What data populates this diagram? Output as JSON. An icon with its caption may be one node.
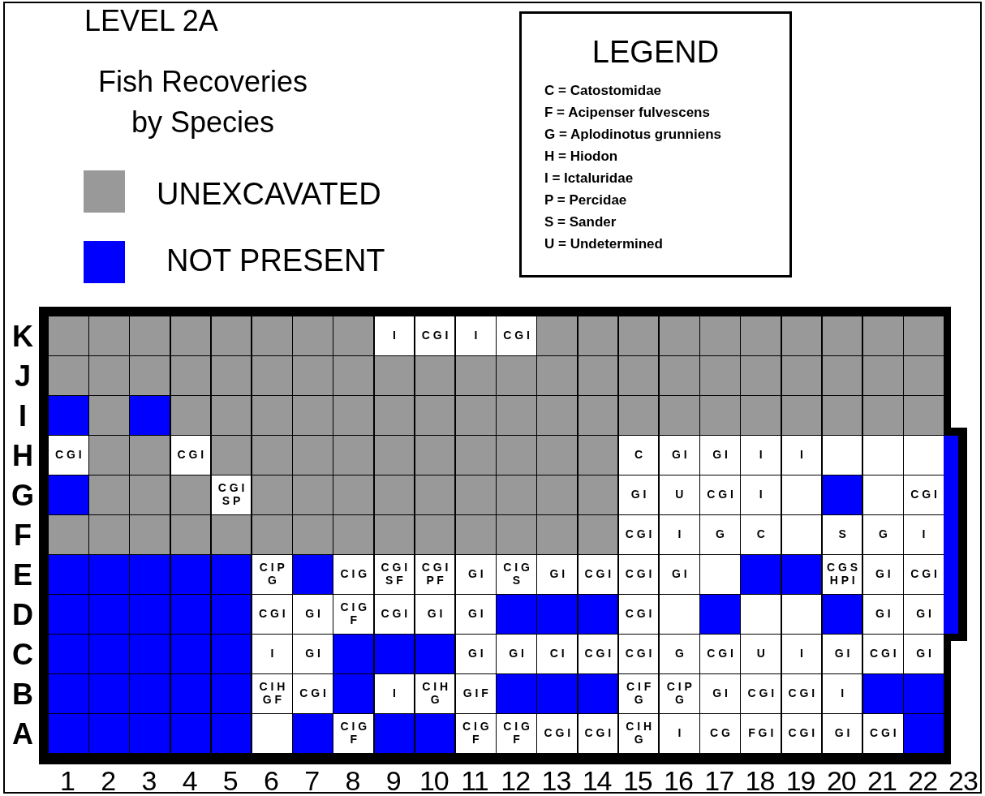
{
  "diagram": {
    "title": "LEVEL 2A",
    "labels": [
      "Fish Recoveries by Species",
      "LEGEND",
      "K",
      "I",
      "C G I",
      "I",
      "C G I",
      "J",
      "I",
      "H",
      "C G I",
      "C G I",
      "C",
      "G I",
      "G I",
      "I",
      "I",
      "G",
      "C G I S P",
      "G I",
      "U",
      "C G I",
      "I",
      "C G I",
      "F",
      "C G I",
      "I",
      "G",
      "C",
      "S",
      "G",
      "I",
      "E",
      "C I P G",
      "C I G",
      "C G I S F",
      "C G I P F",
      "G I",
      "C I G S",
      "G I",
      "C G I",
      "C G I",
      "G I",
      "C G S H P I",
      "G I",
      "C G I",
      "D",
      "C G I",
      "G I",
      "C I G F",
      "C G I",
      "G I",
      "G I",
      "C G I",
      "G I",
      "G I",
      "C",
      "I",
      "G I",
      "G I",
      "G I",
      "C I",
      "C G I",
      "C G I",
      "G",
      "C G I",
      "U",
      "I",
      "G I",
      "C G I",
      "G I",
      "B",
      "C I H G F",
      "C G I",
      "I",
      "C I H G",
      "G I F",
      "C I F G",
      "C I P G",
      "G I",
      "C G I",
      "C G I",
      "I",
      "A",
      "C I G F",
      "C I G F",
      "C I G F",
      "C G I",
      "C G I",
      "C I H G",
      "I",
      "C G",
      "F G I",
      "C G I",
      "G I",
      "C G I",
      "1",
      "2",
      "3",
      "4",
      "5",
      "6",
      "7",
      "8",
      "9",
      "10",
      "11",
      "12",
      "13",
      "14",
      "15",
      "16",
      "17",
      "18",
      "19",
      "20",
      "21",
      "22",
      "23"
    ],
    "legend": [
      {
        "text": "UNEXCAVATED",
        "color": "#999999"
      },
      {
        "text": "NOT PRESENT",
        "color": "#0000ff"
      },
      {
        "text": "C = Catostomidae"
      },
      {
        "text": "F = Acipenser fulvescens"
      },
      {
        "text": "G = Aplodinotus grunniens"
      },
      {
        "text": "H = Hiodon"
      },
      {
        "text": "I = Ictaluridae"
      },
      {
        "text": "P = Percidae"
      },
      {
        "text": "S = Sander"
      },
      {
        "text": "U = Undetermined"
      }
    ]
  }
}
